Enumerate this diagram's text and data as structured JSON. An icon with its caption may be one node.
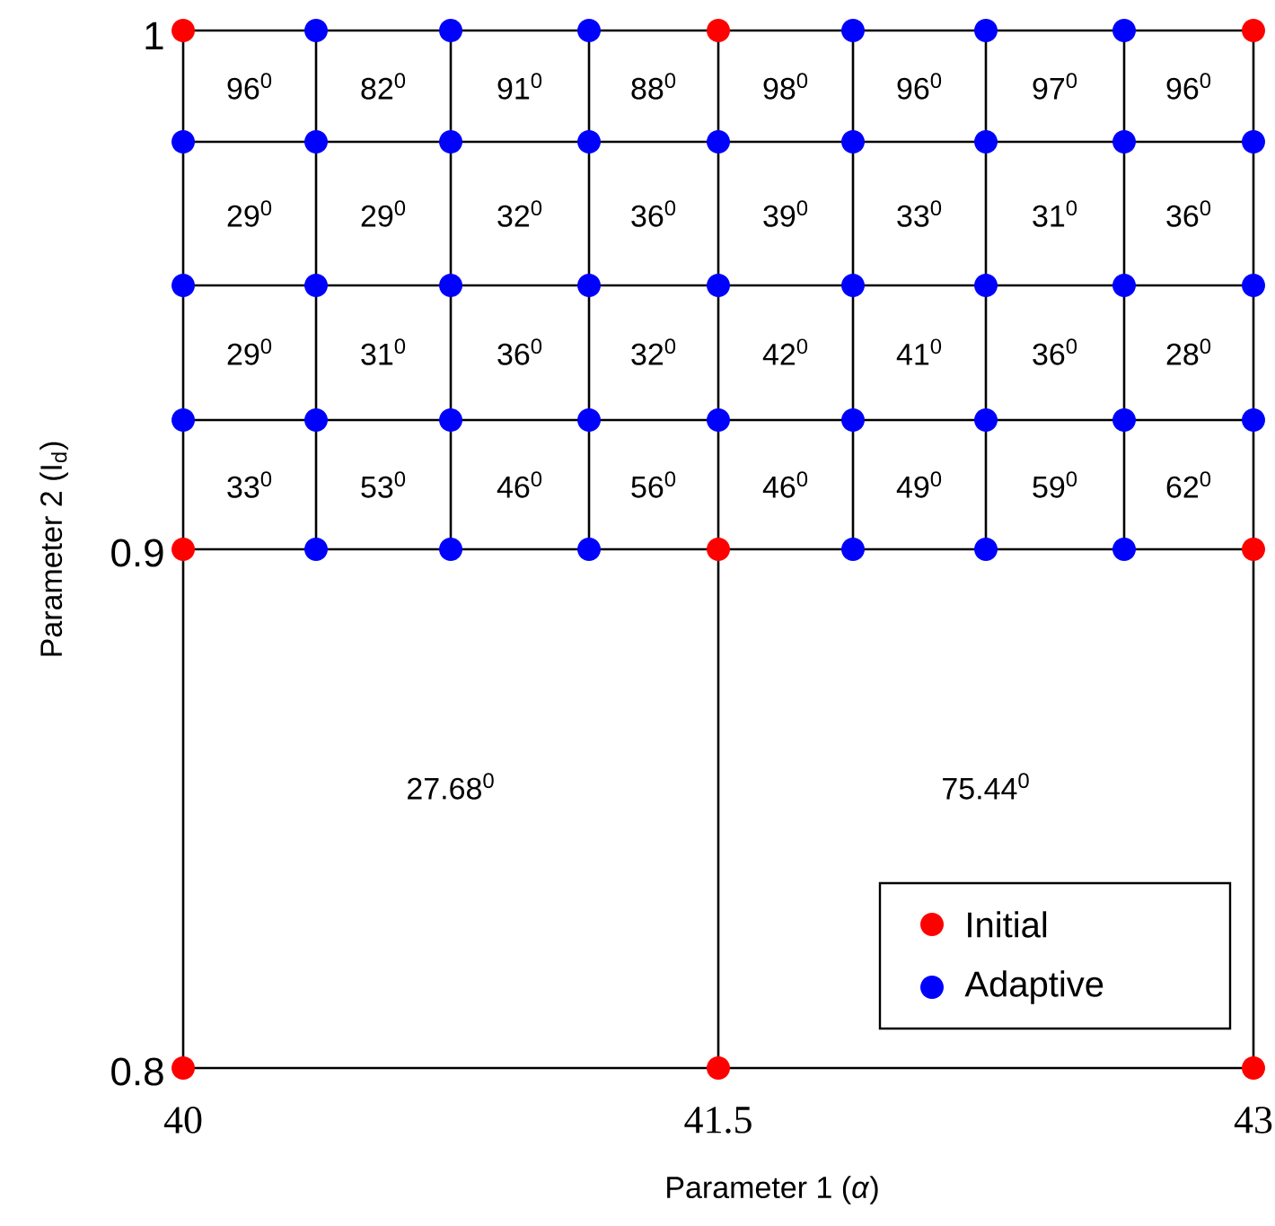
{
  "diagram": {
    "labels": [
      "1",
      "0.9",
      "0.8",
      "96$^{0}$",
      "82$^{0}$",
      "91$^{0}$",
      "88$^{0}$",
      "98$^{0}$",
      "96$^{0}$",
      "97$^{0}$",
      "96$^{0}$",
      "29$^{0}$",
      "29$^{0}$",
      "32$^{0}$",
      "36$^{0}$",
      "39$^{0}$",
      "33$^{0}$",
      "31$^{0}$",
      "36$^{0}$",
      "29$^{0}$",
      "31$^{0}$",
      "36$^{0}$",
      "32$^{0}$",
      "42$^{0}$",
      "41$^{0}$",
      "36$^{0}$",
      "28$^{0}$",
      "33$^{0}$",
      "53$^{0}$",
      "46$^{0}$",
      "56$^{0}$",
      "46$^{0}$",
      "49$^{0}$",
      "59$^{0}$",
      "62$^{0}$",
      "27.68$^{0}$",
      "75.44$^{0}$",
      "40",
      "41.5",
      "43",
      "Parameter 1 (*α*)",
      "Parameter 2  (I$_{d}$)"
    ],
    "legend": [
      {
        "text": "Initial",
        "color": "#ff0000"
      },
      {
        "text": "Adaptive",
        "color": "#0000ff"
      }
    ]
  }
}
